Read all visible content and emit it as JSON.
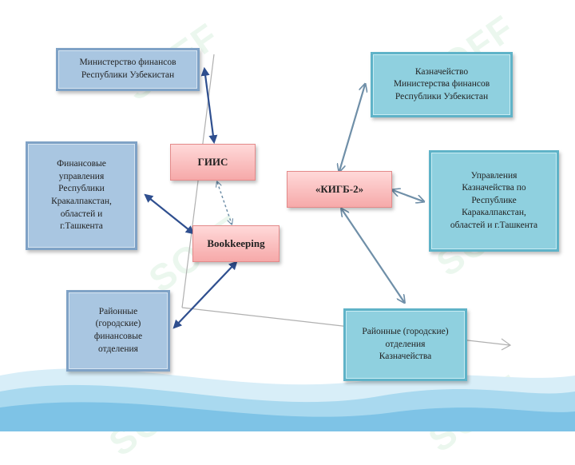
{
  "nodes": {
    "minfin": "Министерство финансов\nРеспублики Узбекистан",
    "finupr": "Финансовые\nуправления\nРеспублики\nКракалпакстан,\nобластей и\nг.Ташкента",
    "rayon_fin": "Районные\n(городские)\nфинансовые\nотделения",
    "giis": "ГИИС",
    "bookkeeping": "Bookkeeping",
    "kigb": "«КИГБ-2»",
    "kazn_minfin": "Казначейство\nМинистерства финансов\nРеспублики Узбекистан",
    "upr_kazn": "Управления\nКазначейства по\nРеспублике\nКаракалпакстан,\nобластей и г.Ташкента",
    "rayon_kazn": "Районные (городские)\nотделения\nКазначейства"
  },
  "watermark": "SOFF",
  "colors": {
    "blue_box": "#a9c6e1",
    "teal_box": "#8fd0df",
    "pink_box": "#f6a9a9",
    "arrow_dark": "#2f4f8f",
    "arrow_light": "#6f8fa8"
  }
}
